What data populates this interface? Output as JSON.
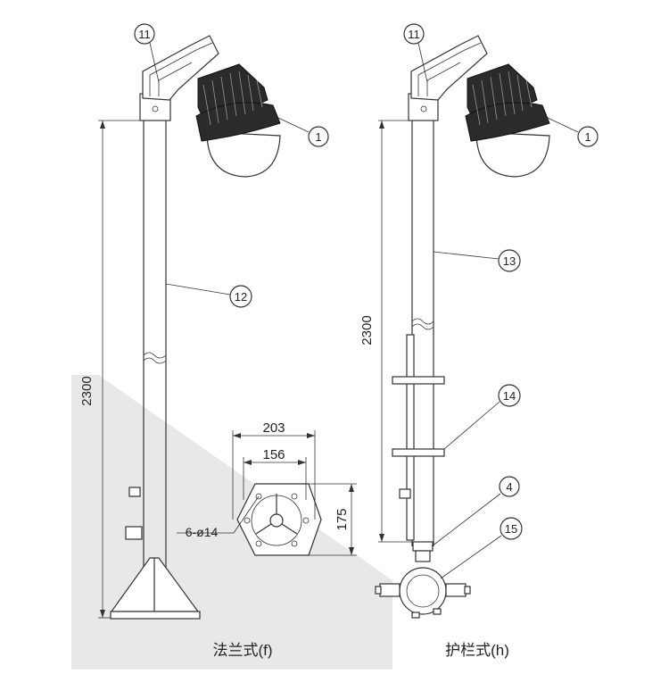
{
  "figures": [
    {
      "caption": "法兰式(f)",
      "height_dim": "2300",
      "callouts": [
        "11",
        "1",
        "12"
      ]
    },
    {
      "caption": "护栏式(h)",
      "height_dim": "2300",
      "callouts": [
        "11",
        "1",
        "13",
        "14",
        "4",
        "15"
      ]
    }
  ],
  "flange_detail": {
    "outer_width": "203",
    "bolt_spacing": "156",
    "height": "175",
    "holes": "6-ø14"
  },
  "colors": {
    "line": "#333333",
    "shade": "#e6e6e6",
    "lamp": "#2b2b2b"
  }
}
